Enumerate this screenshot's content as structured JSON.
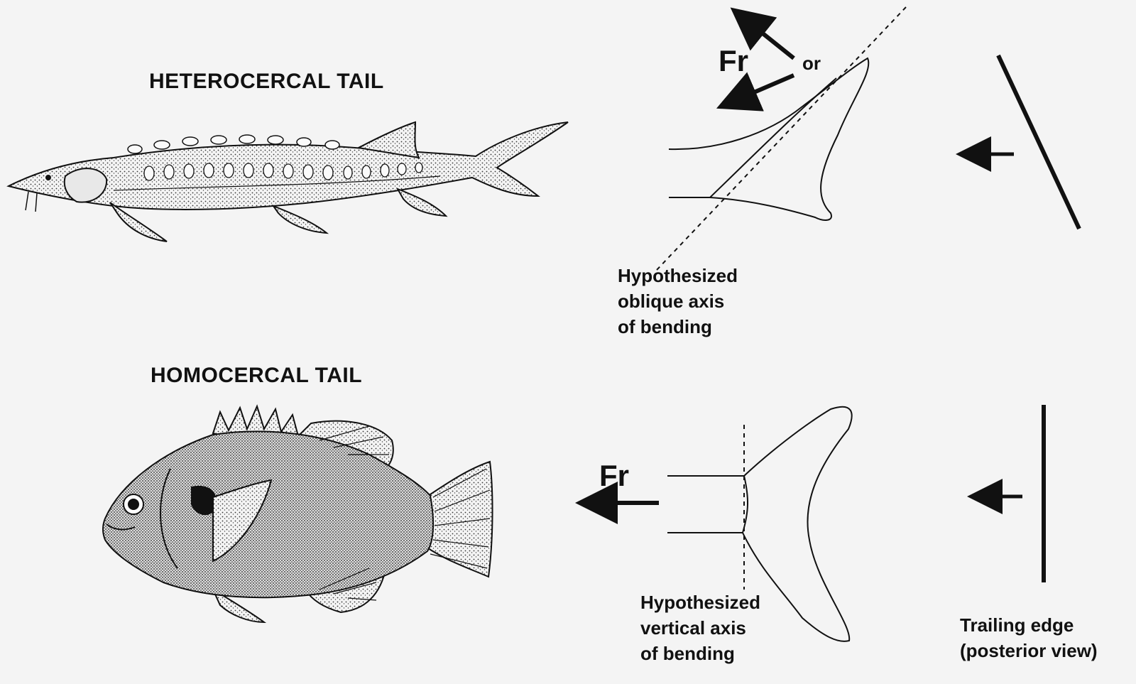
{
  "heterocercal": {
    "title": "HETEROCERCAL TAIL",
    "force_label": "Fr",
    "or_label": "or",
    "axis_label": [
      "Hypothesized",
      "oblique axis",
      "of bending"
    ]
  },
  "homocercal": {
    "title": "HOMOCERCAL TAIL",
    "force_label": "Fr",
    "axis_label": [
      "Hypothesized",
      "vertical axis",
      "of bending"
    ],
    "trailing_label": [
      "Trailing edge",
      "(posterior view)"
    ]
  },
  "icons": {
    "sturgeon": "sturgeon-fish-illustration",
    "sunfish": "sunfish-illustration"
  }
}
